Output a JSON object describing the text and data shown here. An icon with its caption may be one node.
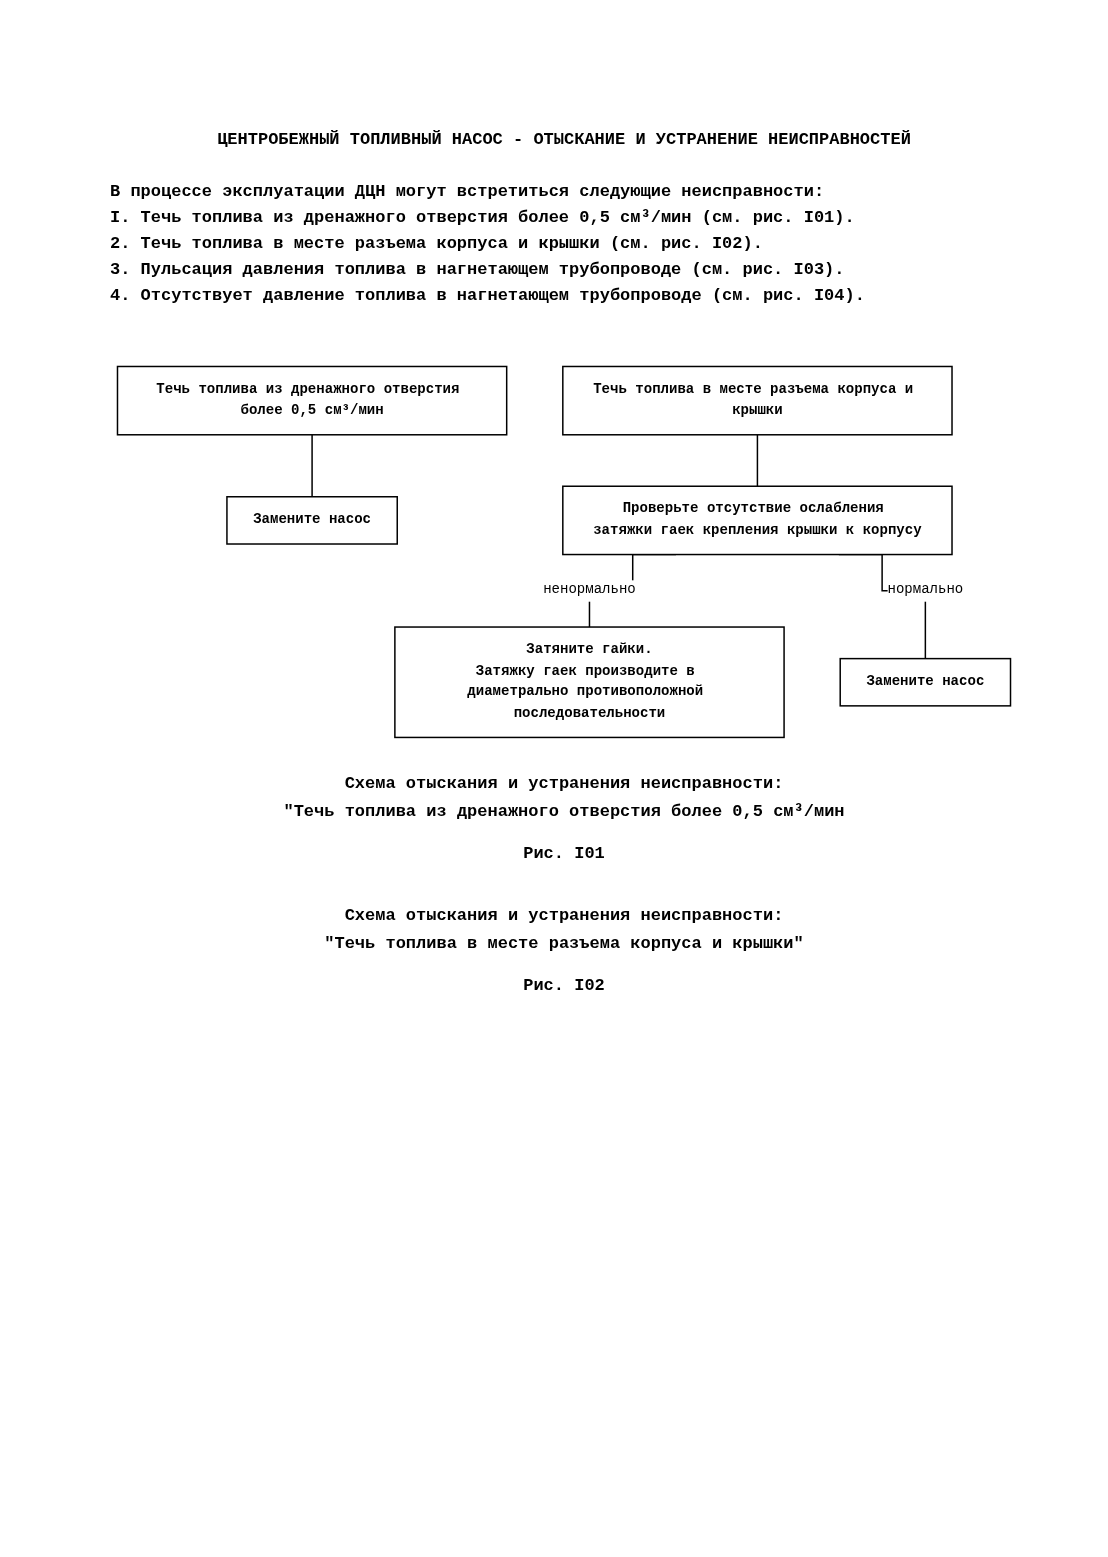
{
  "diagram": {
    "title": "ЦЕНТРОБЕЖНЫЙ ТОПЛИВНЫЙ НАСОС - ОТЫСКАНИЕ И УСТРАНЕНИЕ НЕИСПРАВНОСТЕЙ",
    "nodes": [
      {
        "text": [
          "Течь топлива из дренажного отверстия более 0,5 см³/мин"
        ]
      },
      {
        "text": [
          "Замените насос"
        ]
      },
      {
        "text": [
          "Течь топлива в месте разъема корпуса и крышки"
        ]
      },
      {
        "text": [
          "Проверьте отсутствие ослабления затяжки гаек крепления крышки к корпусу"
        ]
      },
      {
        "text": [
          "Затяните гайки.",
          "Затяжку гаек производите в диаметрально противоположной последовательности"
        ]
      },
      {
        "text": [
          "Замените насос"
        ]
      }
    ],
    "edges": [
      {
        "from": 0,
        "to": 1,
        "arrow": "none"
      },
      {
        "from": 2,
        "to": 3,
        "arrow": "none"
      },
      {
        "from": 3,
        "to": 4,
        "arrow": "none",
        "label": "ненормально"
      },
      {
        "from": 3,
        "to": 5,
        "arrow": "none",
        "label": "нормально"
      }
    ],
    "labels": [
      "В процессе эксплуатации ДЦН могут встретиться следующие неисправности:",
      "I. Течь топлива из дренажного отверстия более 0,5 см³/мин (см. рис. I01).",
      "2. Течь топлива в месте разъема корпуса и крышки (см. рис. I02).",
      "3. Пульсация давления топлива в нагнетающем трубопроводе (см. рис. I03).",
      "4. Отсутствует давление топлива в нагнетающем трубопроводе (см. рис. I04).",
      "Схема отыскания и устранения неисправности:",
      "\"Течь топлива из дренажного отверстия более 0,5 см³/мин",
      "Рис. I01",
      "Схема отыскания и устранения неисправности:",
      "\"Течь топлива в месте разъема корпуса и крышки\"",
      "Рис. I02"
    ]
  }
}
